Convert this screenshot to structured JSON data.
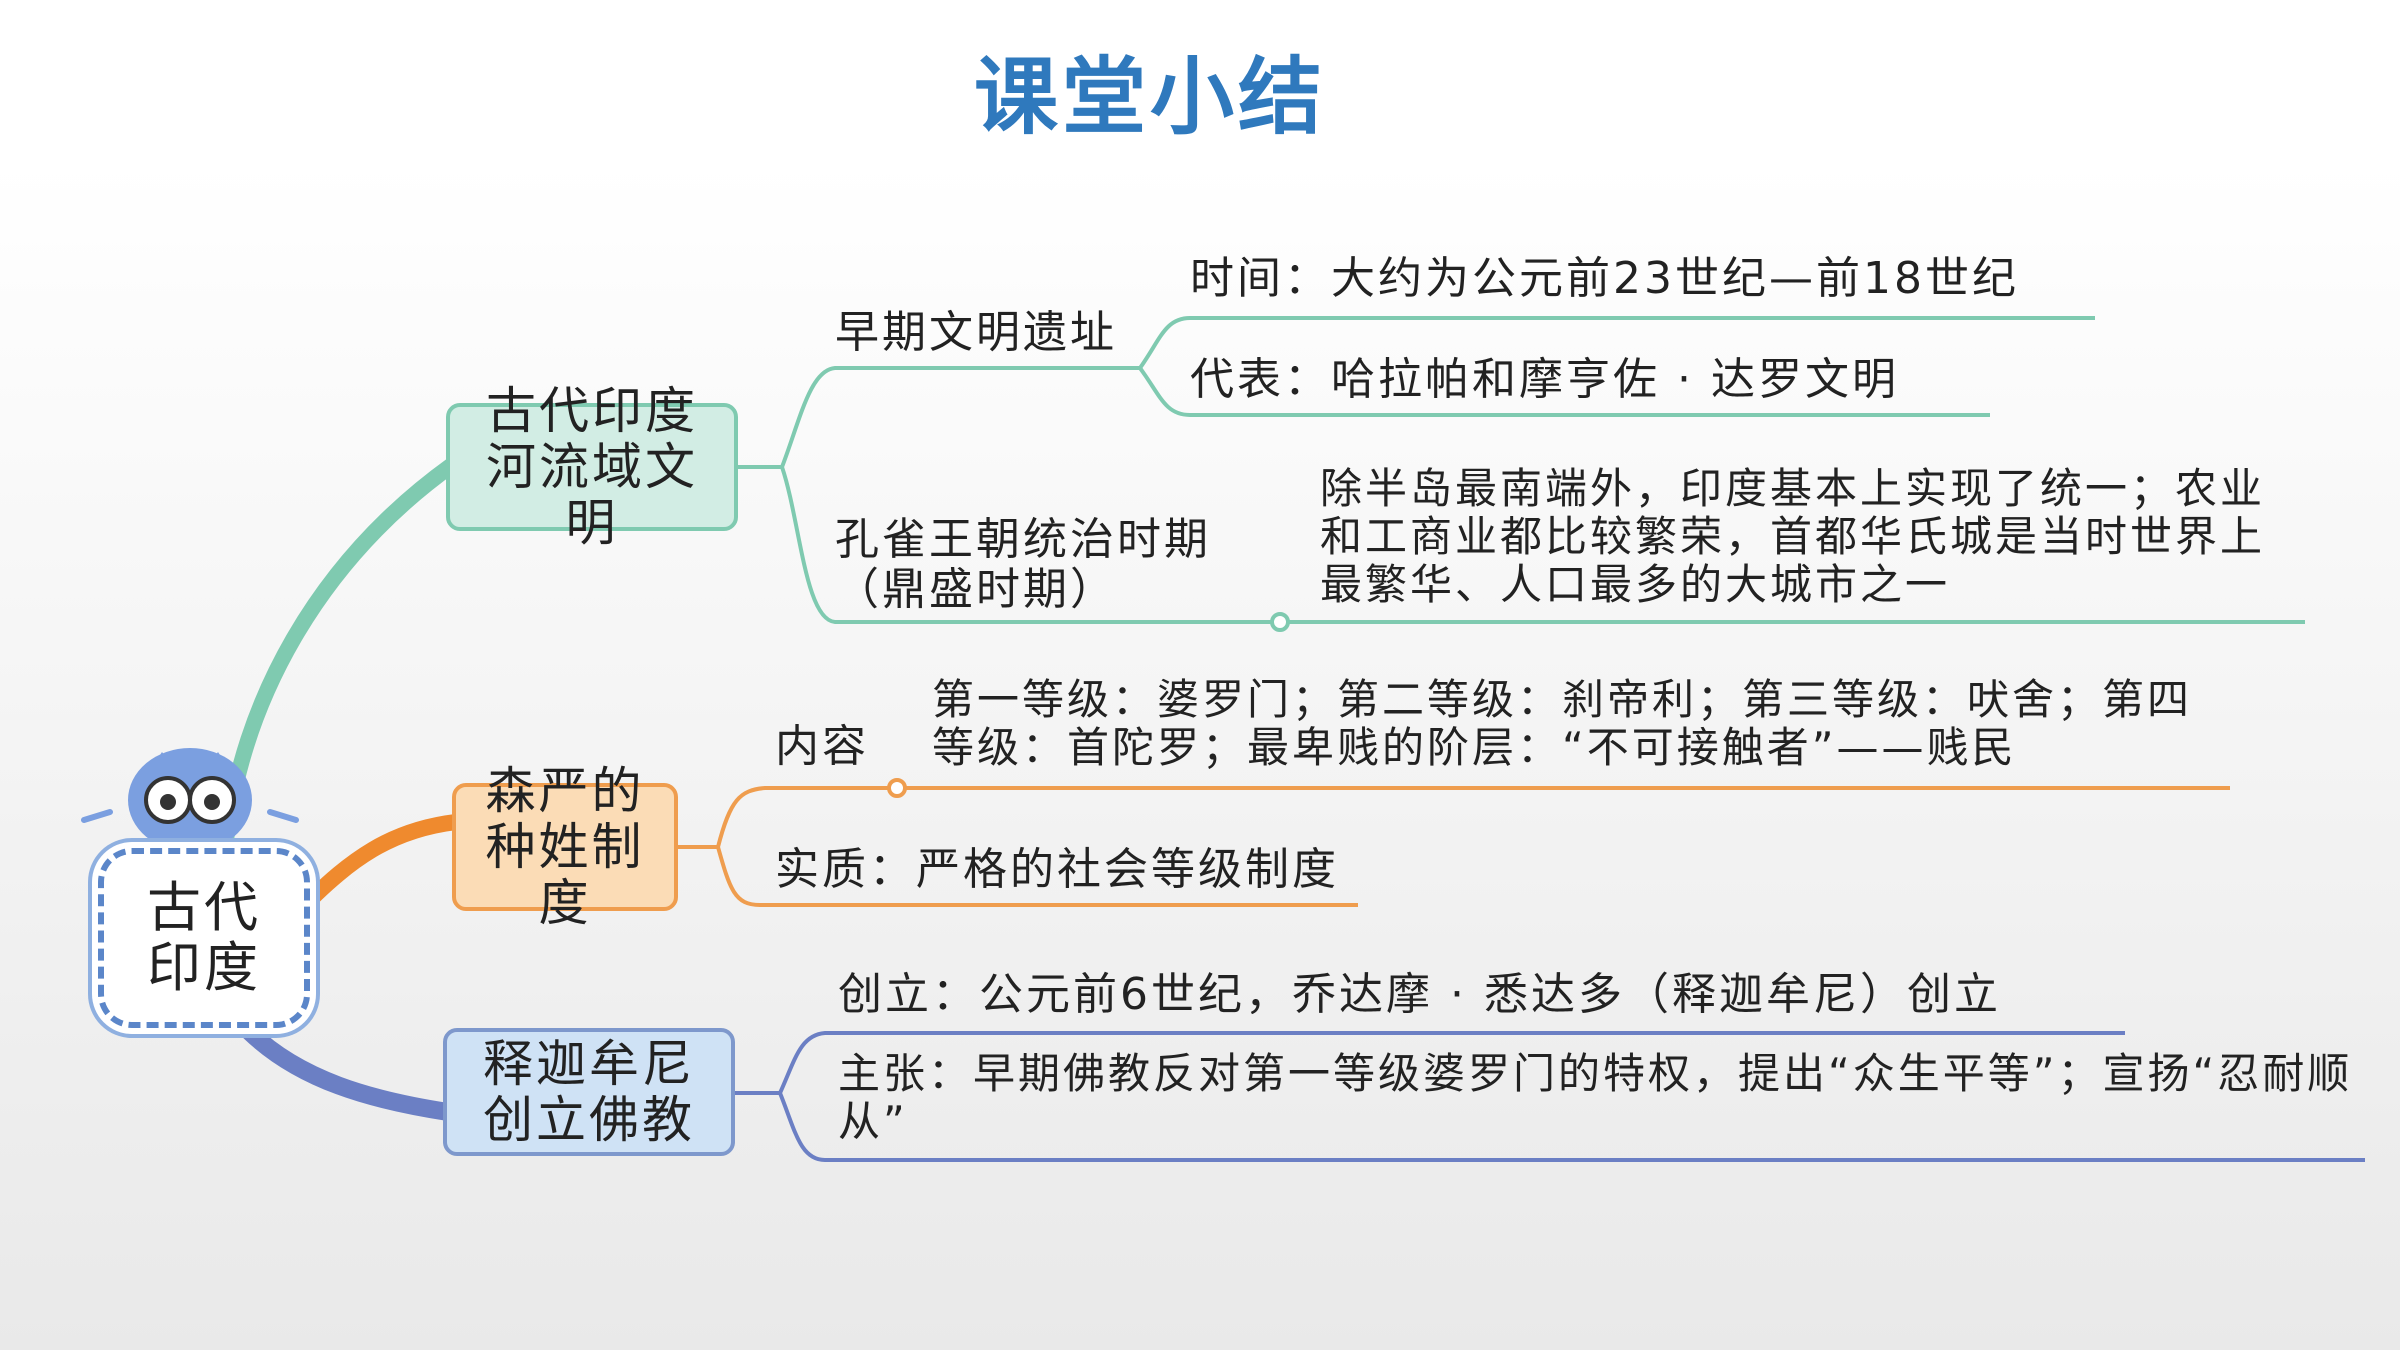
{
  "title": "课堂小结",
  "root": {
    "label": "古代印度"
  },
  "branches": [
    {
      "label": "古代印度河流域文明",
      "items": [
        {
          "label": "早期文明遗址",
          "details": [
            "时间：大约为公元前23世纪—前18世纪",
            "代表：哈拉帕和摩亨佐 · 达罗文明"
          ]
        },
        {
          "label": "孔雀王朝统治时期（鼎盛时期）",
          "details": [
            "除半岛最南端外，印度基本上实现了统一；农业和工商业都比较繁荣，首都华氏城是当时世界上最繁华、人口最多的大城市之一"
          ]
        }
      ]
    },
    {
      "label": "森严的种姓制度",
      "items": [
        {
          "label": "内容",
          "details": [
            "第一等级：婆罗门；第二等级：刹帝利；第三等级：吠舍；第四等级：首陀罗；最卑贱的阶层：“不可接触者”——贱民"
          ]
        },
        {
          "label": "实质：严格的社会等级制度",
          "details": []
        }
      ]
    },
    {
      "label": "释迦牟尼创立佛教",
      "items": [
        {
          "label": "创立：公元前6世纪，乔达摩 · 悉达多（释迦牟尼）创立",
          "details": []
        },
        {
          "label": "主张：早期佛教反对第一等级婆罗门的特权，提出“众生平等”；宣扬“忍耐顺从”",
          "details": []
        }
      ]
    }
  ],
  "colors": {
    "title": "#2f79bd",
    "branch1": "#7fcab0",
    "branch2": "#ef9d4e",
    "branch3": "#6b7fc4",
    "owl": "#5b86c9"
  },
  "icons": {
    "mascot": "owl-icon"
  }
}
